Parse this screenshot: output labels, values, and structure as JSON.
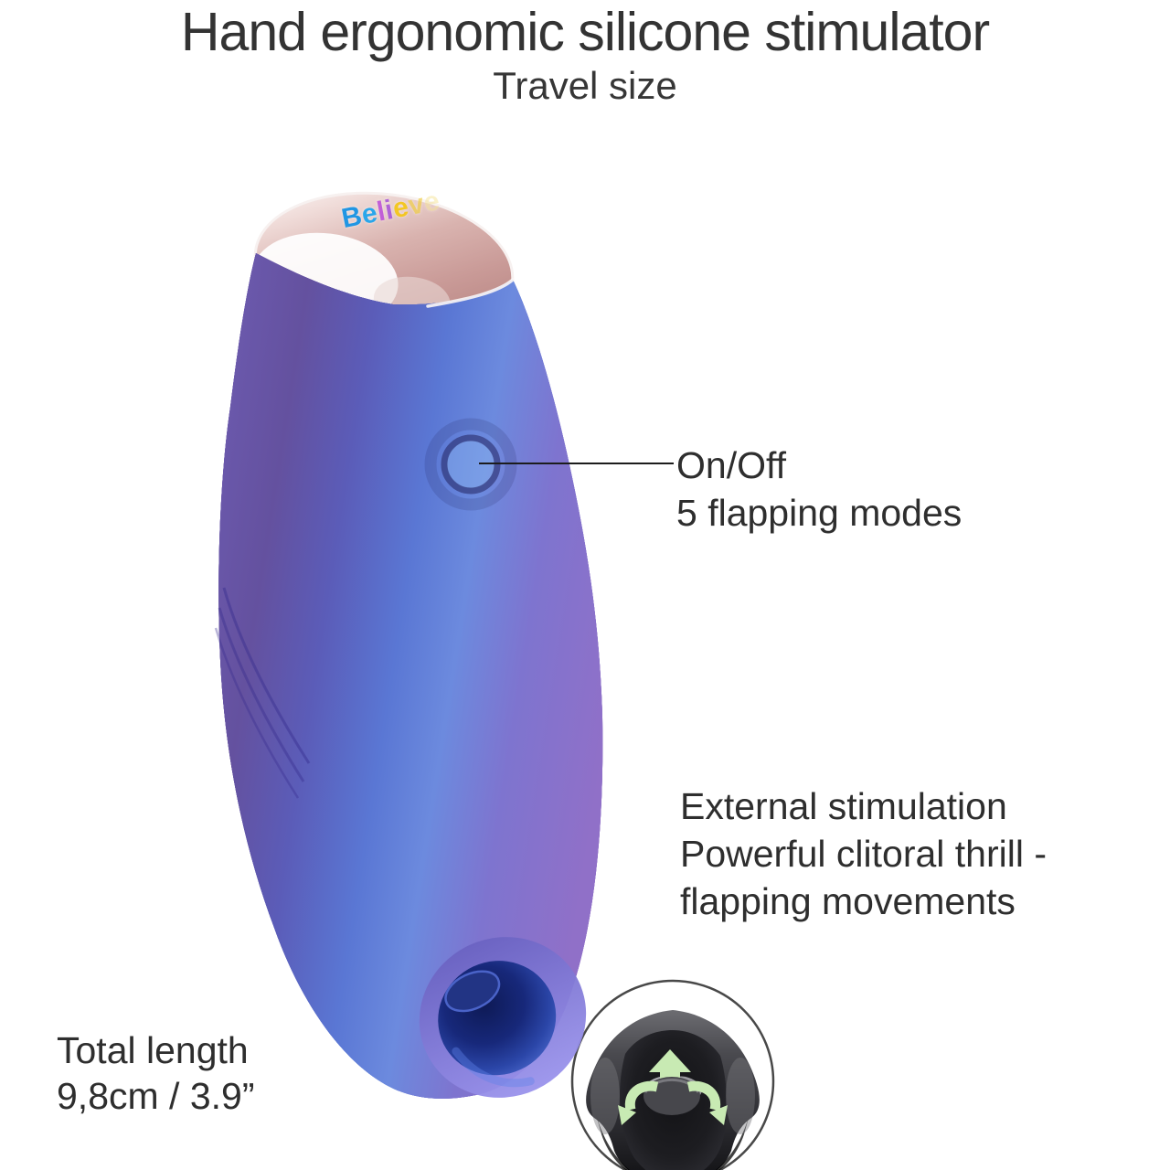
{
  "header": {
    "title": "Hand ergonomic silicone stimulator",
    "subtitle": "Travel size"
  },
  "callouts": {
    "power": {
      "line1": "On/Off",
      "line2": "5 flapping modes"
    },
    "external": {
      "line1": "External stimulation",
      "line2": "Powerful clitoral thrill -",
      "line3": "flapping movements"
    },
    "length": {
      "line1": "Total length",
      "line2": "9,8cm / 3.9”"
    }
  },
  "device": {
    "brand": "Believe",
    "brand_letters": [
      {
        "ch": "B",
        "color": "#2196e3",
        "opacity": 1
      },
      {
        "ch": "e",
        "color": "#2aa6ea",
        "opacity": 1
      },
      {
        "ch": "l",
        "color": "#c05ad8",
        "opacity": 0.95
      },
      {
        "ch": "i",
        "color": "#a958d9",
        "opacity": 0.9
      },
      {
        "ch": "e",
        "color": "#f5c713",
        "opacity": 0.9
      },
      {
        "ch": "v",
        "color": "#f0cf4a",
        "opacity": 0.7
      },
      {
        "ch": "e",
        "color": "#f6e6a0",
        "opacity": 0.55
      }
    ],
    "colors": {
      "body_purple_left": "#6b55a5",
      "body_purple_right": "#9181cf",
      "body_blue_center": "#5a77d4",
      "body_sheen": "#8fb4e8",
      "cap_pink": "#d9b3af",
      "cap_highlight": "#ffffff",
      "mouth_navy": "#111e5e",
      "mouth_rim": "#8f8ce6",
      "callout_text": "#2e2e2e",
      "inset_green": "#c8eab3",
      "inset_dark": "#2f2f33"
    }
  },
  "inset": {
    "arrows": [
      "up",
      "curl-left",
      "curl-right"
    ]
  }
}
